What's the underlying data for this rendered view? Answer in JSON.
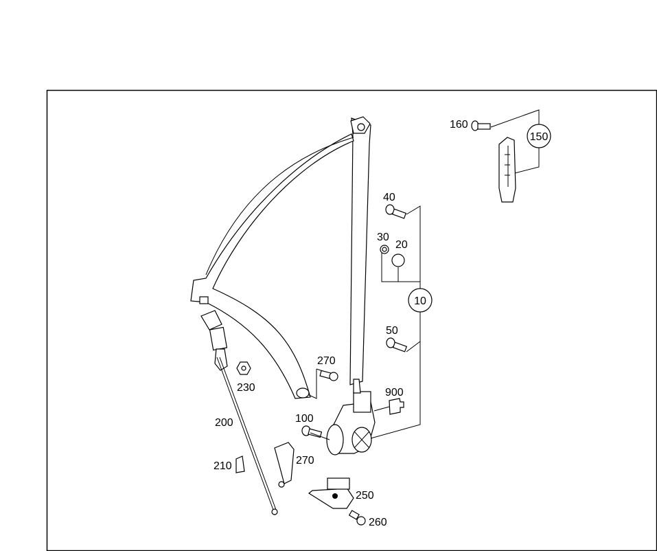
{
  "diagram": {
    "callouts": {
      "c10": "10",
      "c20": "20",
      "c30": "30",
      "c40": "40",
      "c50": "50",
      "c100": "100",
      "c150": "150",
      "c160": "160",
      "c200": "200",
      "c210": "210",
      "c230": "230",
      "c250": "250",
      "c260": "260",
      "c270a": "270",
      "c270b": "270",
      "c900": "900"
    },
    "colors": {
      "line": "#000000",
      "background": "#ffffff"
    }
  }
}
